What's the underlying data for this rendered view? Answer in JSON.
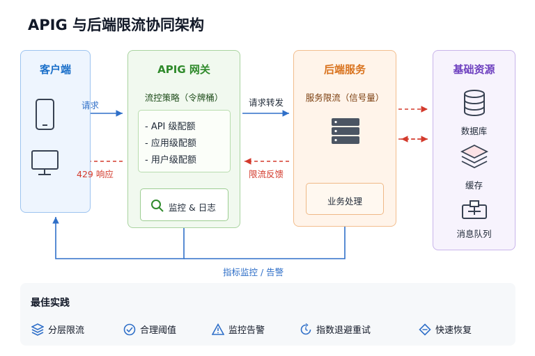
{
  "title": "APIG 与后端限流协同架构",
  "client": {
    "title": "客户端",
    "request_label": "请求",
    "response_label": "429 响应"
  },
  "gateway": {
    "title": "APIG 网关",
    "policy_title": "流控策略（令牌桶）",
    "limits": [
      "- API 级配额",
      "- 应用级配额",
      "- 用户级配额"
    ],
    "monitor_label": "监控 & 日志"
  },
  "forward_label": "请求转发",
  "feedback_label": "限流反馈",
  "backend": {
    "title": "后端服务",
    "limit_title": "服务限流（信号量）",
    "business_label": "业务处理"
  },
  "resources": {
    "title": "基础资源",
    "items": [
      "数据库",
      "缓存",
      "消息队列"
    ]
  },
  "monitor_alert_label": "指标监控 / 告警",
  "best_practices": {
    "title": "最佳实践",
    "items": [
      "分层限流",
      "合理阈值",
      "监控告警",
      "指数退避重试",
      "快速恢复"
    ]
  },
  "colors": {
    "client": "#1a6fc9",
    "gateway": "#2f8a2b",
    "backend": "#d9731f",
    "resources": "#6d3fbf",
    "blue_arrow": "#2f6fc8",
    "red_arrow": "#d33a2c"
  }
}
